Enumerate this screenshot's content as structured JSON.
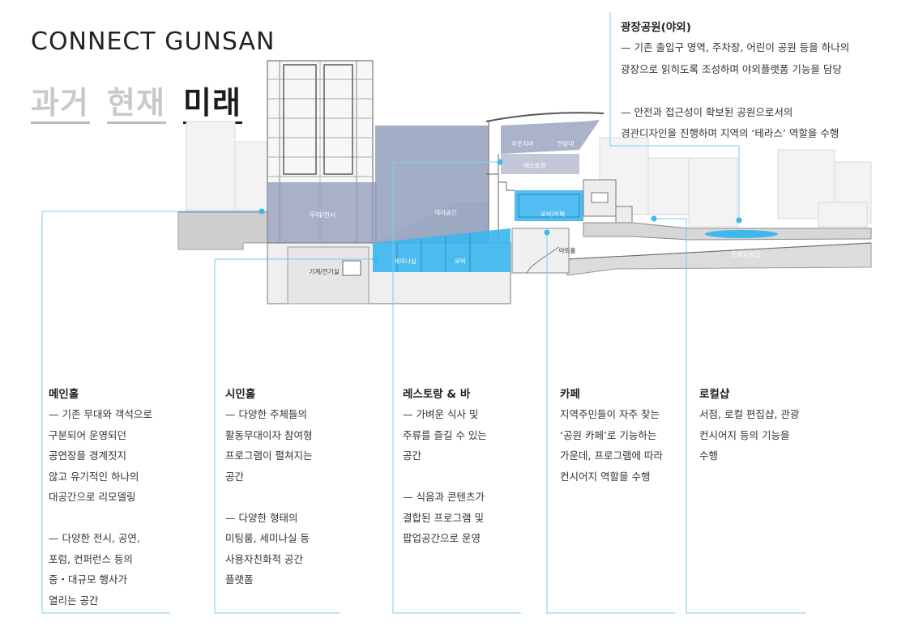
{
  "header": {
    "brand": "CONNECT GUNSAN",
    "eras": [
      {
        "label": "과거",
        "active": false
      },
      {
        "label": "현재",
        "active": false
      },
      {
        "label": "미래",
        "active": true
      }
    ]
  },
  "diagram_labels": {
    "stage": "무대/전시",
    "terrace": "테라공간",
    "lounge": "라운지바",
    "observatory": "전망대",
    "restaurant": "레스토랑",
    "lobby_cafe": "로비/카페",
    "seminar": "세미나실",
    "lobby": "로비",
    "machine": "기계/전기실",
    "outdoor_hall": "야외홀",
    "culture_road": "문화공원길"
  },
  "plaza": {
    "title": "광장공원(야외)",
    "text": "— 기존 출입구 영역, 주차장, 어린이 공원 등을 하나의\n광장으로 읽히도록 조성하며 야외플랫폼 기능을 담당\n\n— 안전과 접근성이 확보된 공원으로서의\n경관디자인을 진행하며 지역의 ‘테라스’ 역할을 수행"
  },
  "sections": [
    {
      "title": "메인홀",
      "text": "— 기존 무대와 객석으로\n구분되어 운영되던\n공연장을 경계짓지\n않고 유기적인 하나의\n대공간으로 리모델링\n\n— 다양한 전시, 공연,\n포럼, 컨퍼런스 등의\n중・대규모 행사가\n열리는 공간"
    },
    {
      "title": "시민홀",
      "text": "— 다양한 주체들의\n활동무대이자 참여형\n프로그램이 펼쳐지는\n공간\n\n— 다양한 형태의\n미팅룸, 세미나실 등\n사용자친화적 공간\n플랫폼"
    },
    {
      "title": "레스토랑 & 바",
      "text": "— 가벼운 식사 및\n주류를 즐길 수 있는\n공간\n\n— 식음과 콘텐츠가\n결합된 프로그램 및\n팝업공간으로 운영"
    },
    {
      "title": "카페",
      "text": "지역주민들이 자주 찾는\n‘공원 카페’로 기능하는\n가운데, 프로그램에 따라\n컨시어지 역할을 수행"
    },
    {
      "title": "로컬샵",
      "text": "서점, 로컬 편집샵, 관광\n컨시어지 등의 기능을\n수행"
    }
  ],
  "colors": {
    "accent": "#3ab0e6",
    "leader_line": "#7fcbe9",
    "highlight_gray": "#8d99b8",
    "highlight_blue": "#3eb6ee"
  }
}
